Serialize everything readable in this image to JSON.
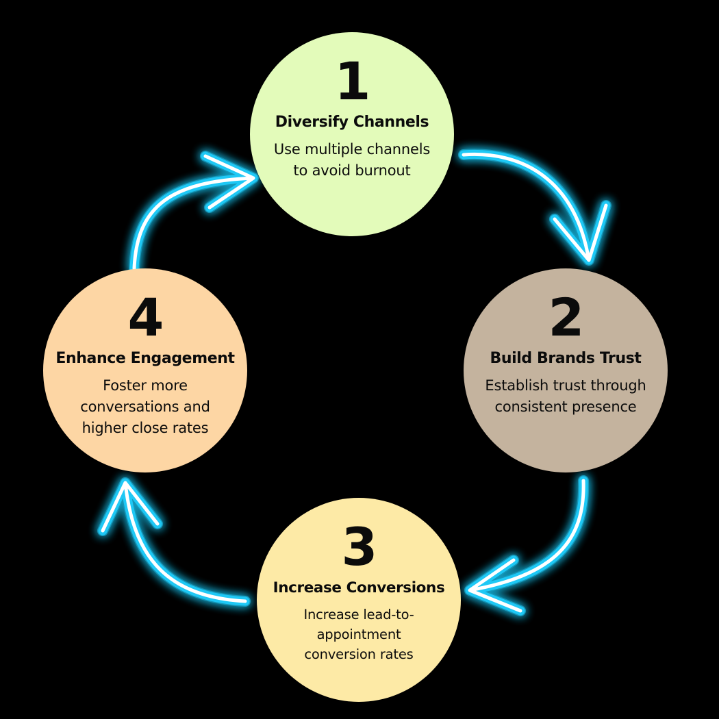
{
  "diagram": {
    "type": "cycle",
    "arrow_color": "#1ec8f5",
    "arrow_core_color": "#ffffff",
    "background_color": "#000000",
    "steps": [
      {
        "number": "1",
        "title": "Diversify Channels",
        "description": "Use multiple channels\nto avoid burnout",
        "color": "#e3fbba"
      },
      {
        "number": "2",
        "title": "Build Brands Trust",
        "description": "Establish trust through\nconsistent presence",
        "color": "#c4b39e"
      },
      {
        "number": "3",
        "title": "Increase Conversions",
        "description": "Increase lead-to-\nappointment\nconversion rates",
        "color": "#fdeaa6"
      },
      {
        "number": "4",
        "title": "Enhance Engagement",
        "description": "Foster more\nconversations and\nhigher close rates",
        "color": "#fdd6a4"
      }
    ],
    "arrows": [
      {
        "from": "1",
        "to": "2"
      },
      {
        "from": "2",
        "to": "3"
      },
      {
        "from": "3",
        "to": "4"
      },
      {
        "from": "4",
        "to": "1"
      }
    ]
  }
}
